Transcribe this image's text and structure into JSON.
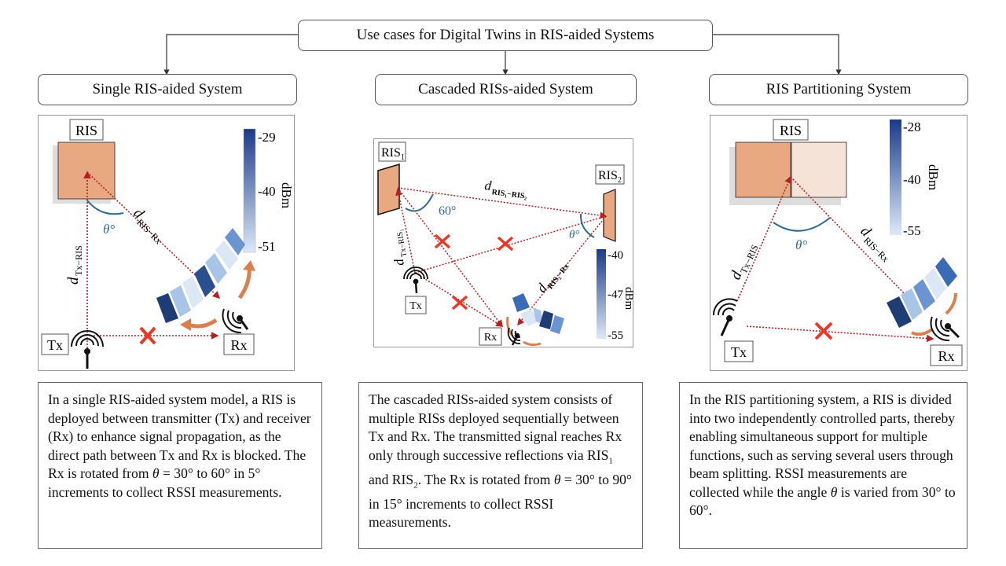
{
  "title": "Use cases for Digital Twins in RIS-aided Systems",
  "columns": [
    {
      "header": "Single RIS-aided System",
      "diagram": {
        "ris_label": "RIS",
        "tx_label": "Tx",
        "rx_label": "Rx",
        "d_tx_ris": "d",
        "d_tx_ris_sub": "Tx−RIS",
        "d_ris_rx": "d",
        "d_ris_rx_sub": "RIS−Rx",
        "angle_label": "θ°",
        "colorbar": {
          "unit": "dBm",
          "ticks": [
            "-29",
            "-40",
            "-51"
          ],
          "max": -29,
          "min": -51
        }
      },
      "description": {
        "before_theta": "In a single RIS-aided system model, a RIS is deployed between transmitter (Tx) and receiver (Rx) to enhance signal propagation, as the direct path between Tx and Rx is blocked. The Rx is rotated from ",
        "theta": "θ",
        "after_theta": " =  30° to 60° in 5° increments to collect RSSI measurements."
      }
    },
    {
      "header": "Cascaded RISs-aided System",
      "diagram": {
        "ris1_label": "RIS",
        "ris1_sub": "1",
        "ris2_label": "RIS",
        "ris2_sub": "2",
        "tx_label": "Tx",
        "rx_label": "Rx",
        "d_ris1_ris2": "d",
        "d_ris1_ris2_sub": "RIS₁−RIS₂",
        "d_tx_ris1": "d",
        "d_tx_ris1_sub": "Tx−RIS₁",
        "d_ris2_rx": "d",
        "d_ris2_rx_sub": "RIS₂−Rx",
        "angle_fixed_label": "60°",
        "angle_label": "θ°",
        "colorbar": {
          "unit": "dBm",
          "ticks": [
            "-40",
            "-47",
            "-55"
          ],
          "max": -40,
          "min": -55
        }
      },
      "description": {
        "line_a": "The cascaded RISs-aided system consists of multiple RISs deployed sequentially between Tx and Rx.  The transmitted signal reaches Rx only through successive reflections via RIS",
        "sub1": "1",
        "line_b": " and RIS",
        "sub2": "2",
        "line_c": ". The Rx is rotated from ",
        "theta": "θ",
        "line_d": " =  30° to 90° in 15° increments to collect RSSI measurements."
      }
    },
    {
      "header": "RIS Partitioning System",
      "diagram": {
        "ris_label": "RIS",
        "tx_label": "Tx",
        "rx_label": "Rx",
        "d_tx_ris": "d",
        "d_tx_ris_sub": "Tx−RIS",
        "d_ris_rx": "d",
        "d_ris_rx_sub": "RIS−Rx",
        "angle_label": "θ°",
        "colorbar": {
          "unit": "dBm",
          "ticks": [
            "-28",
            "-40",
            "-55"
          ],
          "max": -28,
          "min": -55
        }
      },
      "description": {
        "before_theta": "In the RIS partitioning system, a RIS is divided into two independently controlled parts, thereby enabling simultaneous support for multiple functions, such as serving several users through beam splitting. RSSI measurements are collected while the angle ",
        "theta": "θ",
        "after_theta": " is varied from 30° to 60°."
      }
    }
  ],
  "colors": {
    "ris_fill": "#e8a882",
    "ris_fill_light": "#f6e3d8",
    "path_red": "#b22222",
    "block_red": "#e8382a",
    "angle_blue": "#2f6a94",
    "beam_dark": "#1f3d75",
    "beam_light": "#dce7f5",
    "rotation_orange": "#d9804e"
  }
}
